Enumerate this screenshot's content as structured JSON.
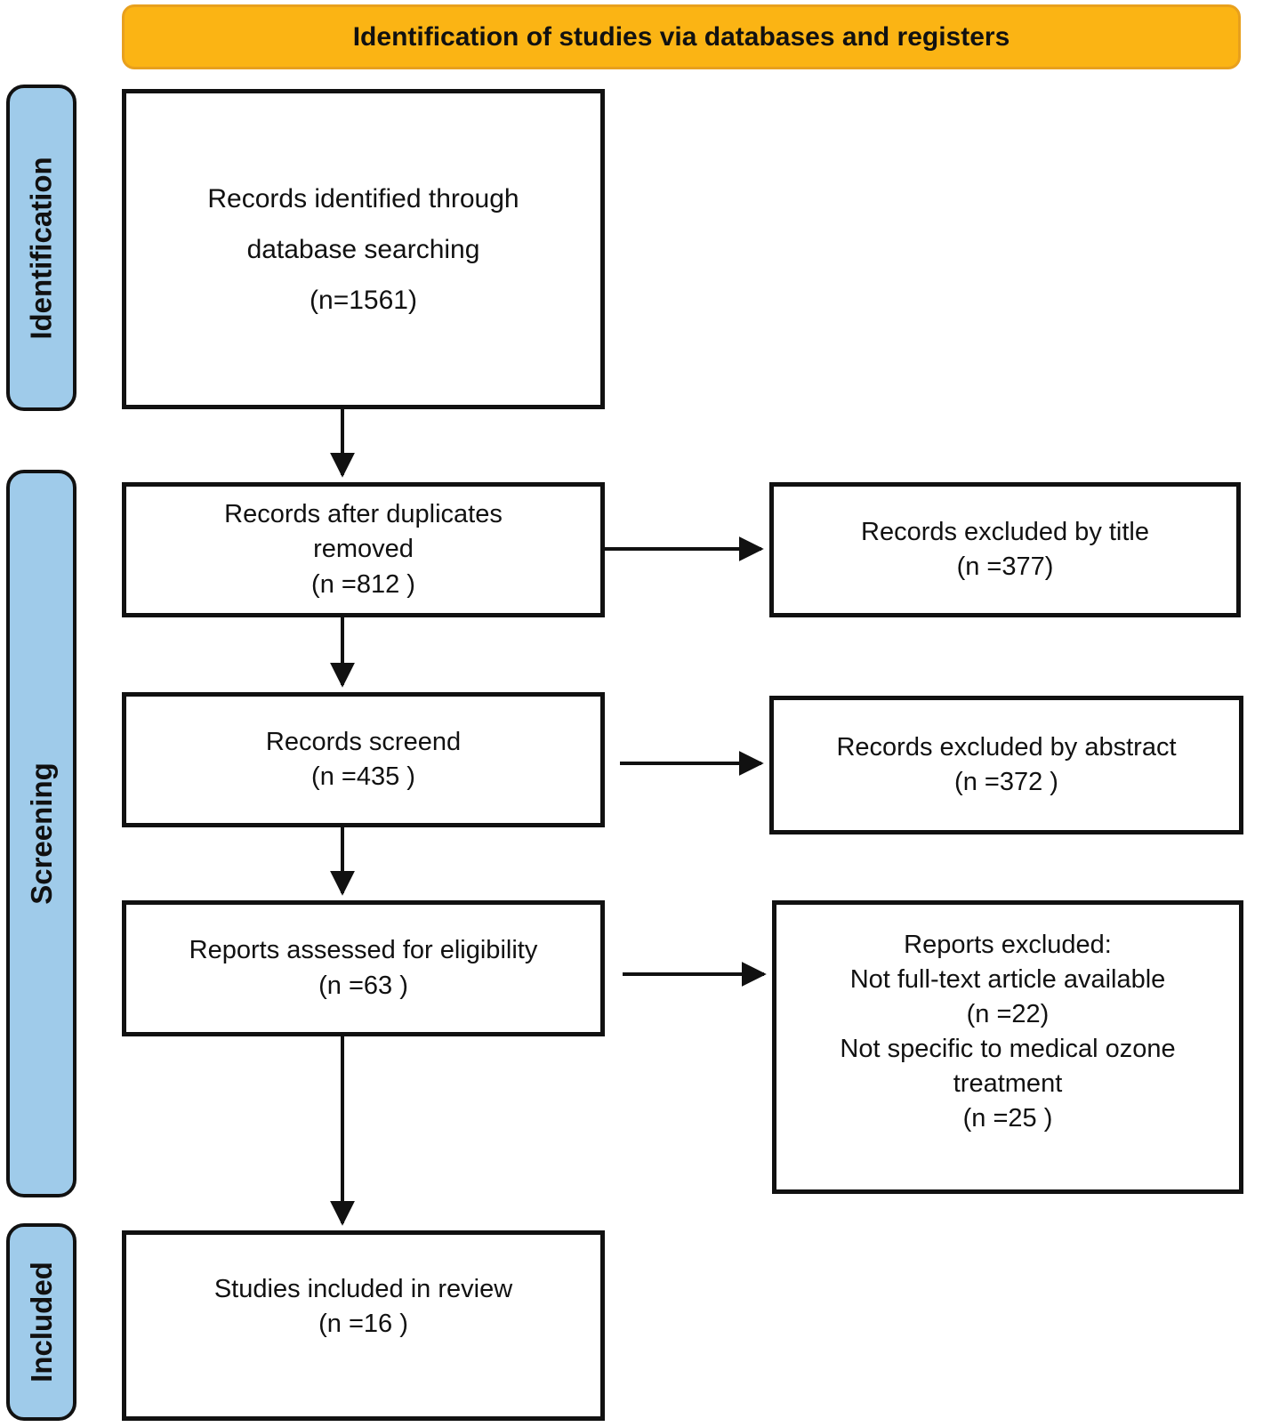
{
  "colors": {
    "banner_fill": "#FBB414",
    "banner_border": "#E8A01D",
    "stage_fill": "#9FCBEA",
    "text": "#111111"
  },
  "banner": {
    "title": "Identification of studies via databases and registers"
  },
  "stages": [
    {
      "label": "Identification"
    },
    {
      "label": "Screening"
    },
    {
      "label": "Included"
    }
  ],
  "boxes": {
    "records_identified": {
      "lines": [
        "Records identified through",
        "database searching",
        "(n=1561)"
      ]
    },
    "duplicates_removed": {
      "lines": [
        "Records after duplicates",
        "removed",
        "(n =812 )"
      ]
    },
    "records_screened": {
      "lines": [
        "Records screend",
        "(n =435 )"
      ]
    },
    "reports_assessed": {
      "lines": [
        "Reports assessed for eligibility",
        "(n =63 )"
      ]
    },
    "studies_included": {
      "lines": [
        "Studies included in review",
        "(n =16 )"
      ]
    },
    "excluded_title": {
      "lines": [
        "Records excluded by title",
        "(n =377)"
      ]
    },
    "excluded_abstract": {
      "lines": [
        "Records excluded by abstract",
        "(n =372 )"
      ]
    },
    "reports_excluded": {
      "lines": [
        "Reports excluded:",
        "Not full-text article available",
        "(n =22)",
        "Not specific to medical ozone",
        "treatment",
        "(n =25 )"
      ]
    }
  }
}
